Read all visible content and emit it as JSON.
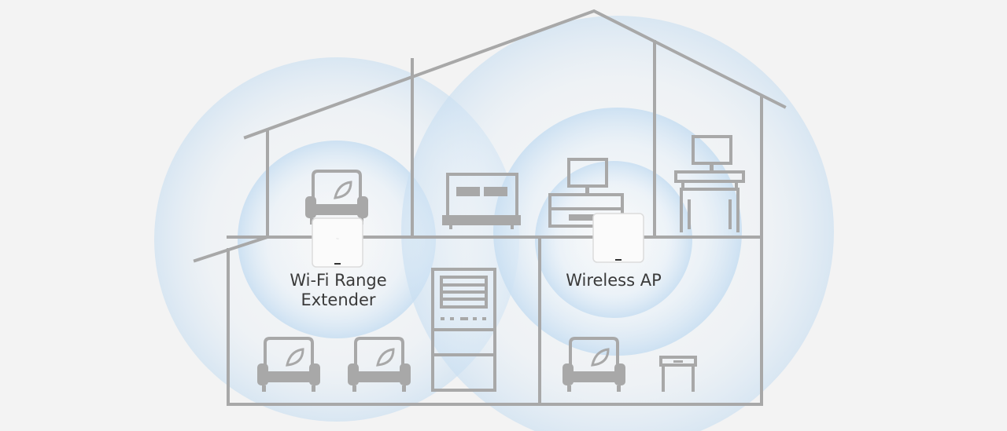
{
  "devices": {
    "extender": {
      "label_line1": "Wi-Fi Range",
      "label_line2": "Extender"
    },
    "access_point": {
      "label": "Wireless AP"
    }
  },
  "colors": {
    "wall": "#a8a8a8",
    "signal": "#cfe2f3",
    "background": "#f3f3f3"
  }
}
